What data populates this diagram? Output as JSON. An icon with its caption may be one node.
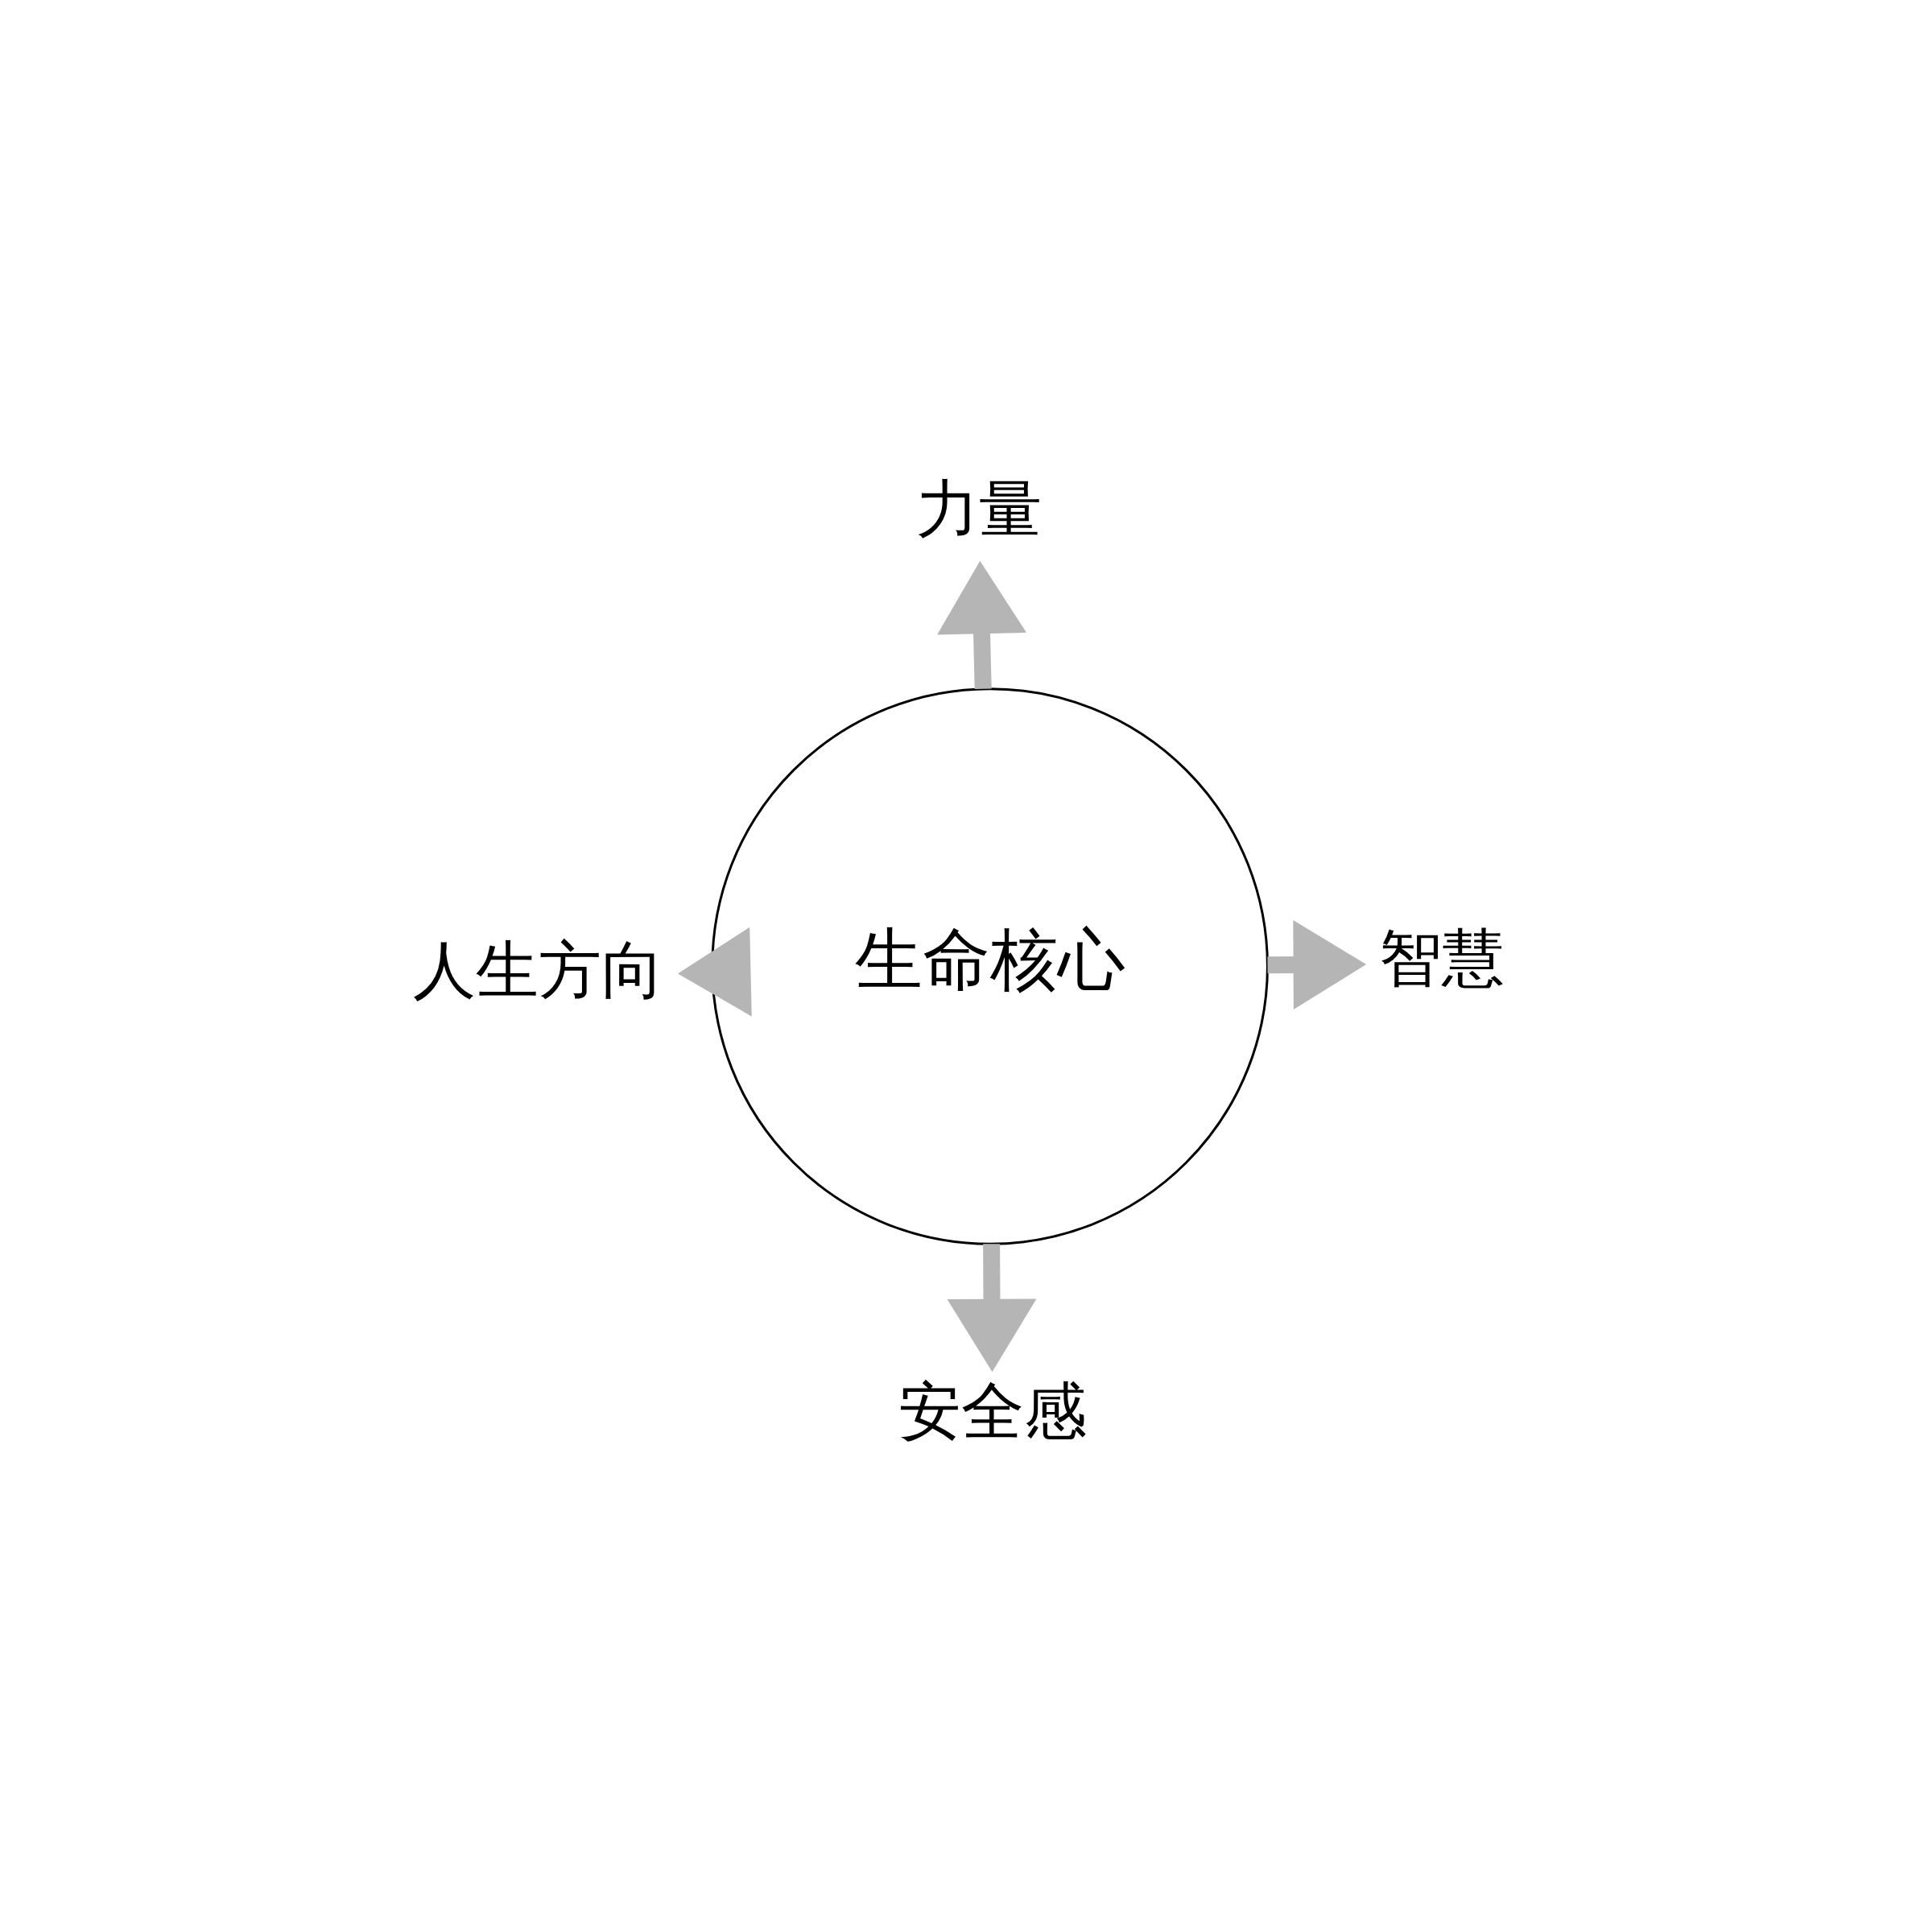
{
  "diagram": {
    "nodes": [
      {
        "text": [
          "生命核心"
        ]
      },
      {
        "text": [
          "安全感"
        ]
      },
      {
        "text": [
          "智慧"
        ]
      },
      {
        "text": [
          "人生方向"
        ]
      },
      {
        "text": [
          "力量"
        ]
      }
    ],
    "edges": [
      {
        "from": 0,
        "to": 1,
        "arrow": "to"
      },
      {
        "from": 0,
        "to": 2,
        "arrow": "to"
      },
      {
        "from": 0,
        "to": 3,
        "arrow": "to"
      },
      {
        "from": 0,
        "to": 4,
        "arrow": "to"
      }
    ]
  }
}
